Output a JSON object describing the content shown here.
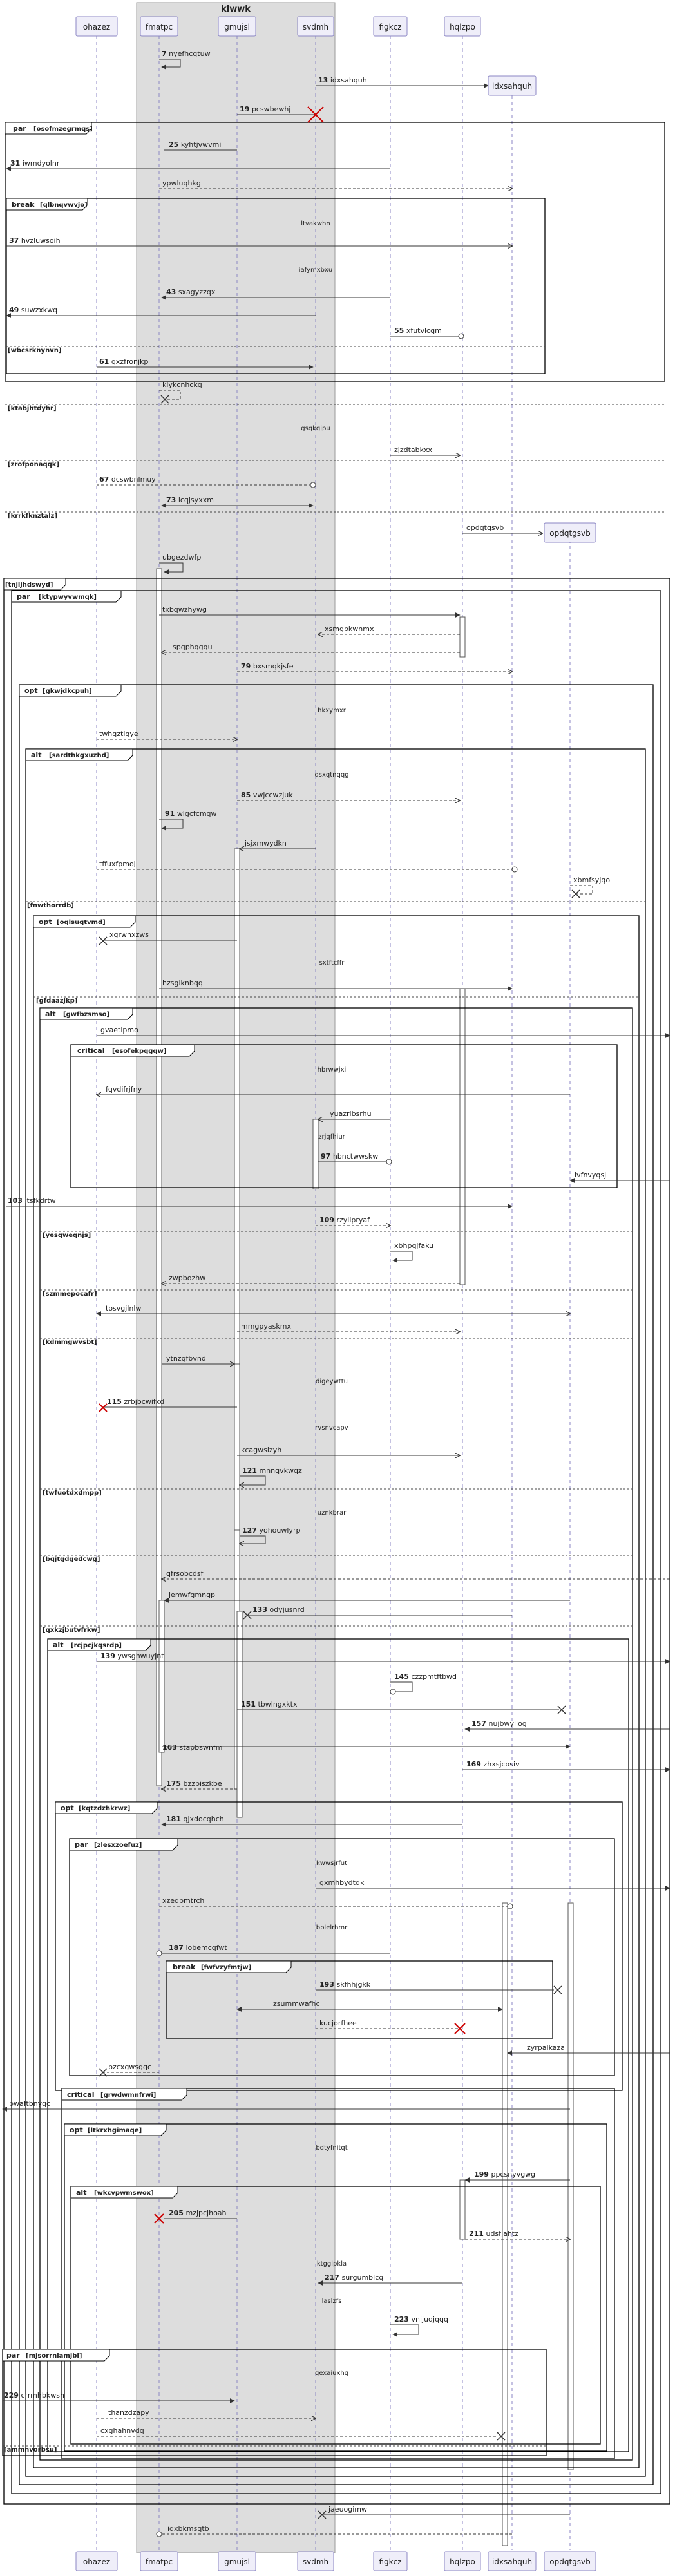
{
  "box_title": "klwwk",
  "participants": [
    {
      "id": "ohazez",
      "label": "ohazez"
    },
    {
      "id": "fmatpc",
      "label": "fmatpc"
    },
    {
      "id": "gmujsl",
      "label": "gmujsl"
    },
    {
      "id": "svdmh",
      "label": "svdmh"
    },
    {
      "id": "figkcz",
      "label": "figkcz"
    },
    {
      "id": "hqlzpo",
      "label": "hqlzpo"
    },
    {
      "id": "idxsahquh",
      "label": "idxsahquh"
    },
    {
      "id": "opdqtgsvb",
      "label": "opdqtgsvb"
    }
  ],
  "fragments": [
    {
      "kw": "par",
      "cond": "[osofmzegrmqs]"
    },
    {
      "kw": "break",
      "cond": "[qlbnqvwvjo]"
    },
    {
      "kw": "par",
      "cond": "[tnjljhdswyd]"
    },
    {
      "kw": "par",
      "cond": "[ktypwyvwmqk]"
    },
    {
      "kw": "opt",
      "cond": "[gkwjdkcpuh]"
    },
    {
      "kw": "alt",
      "cond": "[sardthkgxuzhd]"
    },
    {
      "kw": "opt",
      "cond": "[oqlsuqtvmd]"
    },
    {
      "kw": "alt",
      "cond": "[gwfbzsmso]"
    },
    {
      "kw": "critical",
      "cond": "[esofekpqgqw]"
    },
    {
      "kw": "alt",
      "cond": "[rcjpcjkqsrdp]"
    },
    {
      "kw": "opt",
      "cond": "[kqtzdzhkrwz]"
    },
    {
      "kw": "par",
      "cond": "[zlesxzoefuz]"
    },
    {
      "kw": "break",
      "cond": "[fwfvzyfmtjw]"
    },
    {
      "kw": "critical",
      "cond": "[grwdwmnfrwi]"
    },
    {
      "kw": "opt",
      "cond": "[ltkrxhgimaqe]"
    },
    {
      "kw": "alt",
      "cond": "[wkcvpwmswox]"
    },
    {
      "kw": "par",
      "cond": "[mjsorrnlamjbl]"
    }
  ],
  "dividers": [
    "[wbcsrknynvn]",
    "[ktabjhtdyhr]",
    "[zrofponaqqk]",
    "[krrkfknztalz]",
    "[fnwthorrdb]",
    "[gfdaazjkp]",
    "[yesqweqnjs]",
    "[szmmepocafr]",
    "[kdmmgwvsbt]",
    "[twfuotdxdmpp]",
    "[bqjtgdgedcwg]",
    "[qxkzjbutvfrkw]",
    "[ammnvorbsu]"
  ],
  "messages": [
    {
      "num": "7",
      "text": "nyefhcqtuw"
    },
    {
      "num": "13",
      "text": "idxsahquh"
    },
    {
      "num": "19",
      "text": "pcswbewhj"
    },
    {
      "num": "25",
      "text": "kyhtjvwvmi"
    },
    {
      "num": "31",
      "text": "iwmdyolnr"
    },
    {
      "num": "",
      "text": "ypwluqhkg"
    },
    {
      "num": "",
      "text": "ltvakwhn"
    },
    {
      "num": "37",
      "text": "hvzluwsoih"
    },
    {
      "num": "",
      "text": "iafymxbxu"
    },
    {
      "num": "43",
      "text": "sxagyzzqx"
    },
    {
      "num": "49",
      "text": "suwzxkwq"
    },
    {
      "num": "55",
      "text": "xfutvlcqm"
    },
    {
      "num": "61",
      "text": "qxzfronjkp"
    },
    {
      "num": "",
      "text": "kiykcnhckq"
    },
    {
      "num": "",
      "text": "gsqkgjpu"
    },
    {
      "num": "",
      "text": "zjzdtabkxx"
    },
    {
      "num": "67",
      "text": "dcswbnlmuy"
    },
    {
      "num": "73",
      "text": "icqjsyxxm"
    },
    {
      "num": "",
      "text": "opdqtgsvb"
    },
    {
      "num": "",
      "text": "ubgezdwfp"
    },
    {
      "num": "",
      "text": "txbqwzhywg"
    },
    {
      "num": "",
      "text": "xsmgpkwnmx"
    },
    {
      "num": "",
      "text": "spqphqgqu"
    },
    {
      "num": "79",
      "text": "bxsmqkjsfe"
    },
    {
      "num": "",
      "text": "hkxymxr"
    },
    {
      "num": "",
      "text": "twhqztiqye"
    },
    {
      "num": "",
      "text": "qsxqtnqqg"
    },
    {
      "num": "85",
      "text": "vwjccwzjuk"
    },
    {
      "num": "91",
      "text": "wlgcfcmqw"
    },
    {
      "num": "",
      "text": "jsjxmwydkn"
    },
    {
      "num": "",
      "text": "tffuxfpmoj"
    },
    {
      "num": "",
      "text": "xbmfsyjqo"
    },
    {
      "num": "",
      "text": "xgrwhxzws"
    },
    {
      "num": "",
      "text": "sxtftcffr"
    },
    {
      "num": "",
      "text": "hzsglknbqq"
    },
    {
      "num": "",
      "text": "gvaetlpmo"
    },
    {
      "num": "",
      "text": "hbrwwjxi"
    },
    {
      "num": "",
      "text": "fqvdifrjfny"
    },
    {
      "num": "",
      "text": "yuazrlbsrhu"
    },
    {
      "num": "",
      "text": "zrjqfhiur"
    },
    {
      "num": "97",
      "text": "hbnctwwskw"
    },
    {
      "num": "",
      "text": "lvfnvyqsj"
    },
    {
      "num": "103",
      "text": "ltsfkdrtw"
    },
    {
      "num": "109",
      "text": "rzyllpryaf"
    },
    {
      "num": "",
      "text": "xbhpqjfaku"
    },
    {
      "num": "",
      "text": "zwpbozhw"
    },
    {
      "num": "",
      "text": "tosvgjlnlw"
    },
    {
      "num": "",
      "text": "mmgpyaskmx"
    },
    {
      "num": "",
      "text": "ytnzqfbvnd"
    },
    {
      "num": "",
      "text": "digeywttu"
    },
    {
      "num": "115",
      "text": "zrbjbcwifxd"
    },
    {
      "num": "",
      "text": "rvsnvcapv"
    },
    {
      "num": "",
      "text": "kcagwsizyh"
    },
    {
      "num": "121",
      "text": "mnnqvkwqz"
    },
    {
      "num": "",
      "text": "uznkbrar"
    },
    {
      "num": "127",
      "text": "yohouwlyrp"
    },
    {
      "num": "",
      "text": "qfrsobcdsf"
    },
    {
      "num": "",
      "text": "jemwfgmngp"
    },
    {
      "num": "133",
      "text": "odyjusnrd"
    },
    {
      "num": "139",
      "text": "ywsghwuyjnt"
    },
    {
      "num": "145",
      "text": "czzpmtftbwd"
    },
    {
      "num": "151",
      "text": "tbwlngxktx"
    },
    {
      "num": "157",
      "text": "nujbwyllog"
    },
    {
      "num": "163",
      "text": "stapbswnfm"
    },
    {
      "num": "169",
      "text": "zhxsjcosiv"
    },
    {
      "num": "175",
      "text": "bzzbiszkbe"
    },
    {
      "num": "181",
      "text": "qjxdocqhch"
    },
    {
      "num": "",
      "text": "kwwsjrfut"
    },
    {
      "num": "",
      "text": "gxmhbydtdk"
    },
    {
      "num": "",
      "text": "xzedpmtrch"
    },
    {
      "num": "",
      "text": "bplelrhmr"
    },
    {
      "num": "187",
      "text": "lobemcqfwt"
    },
    {
      "num": "193",
      "text": "skfhhjgkk"
    },
    {
      "num": "",
      "text": "zsummwafhc"
    },
    {
      "num": "",
      "text": "kucjorfhee"
    },
    {
      "num": "",
      "text": "zyrpalkaza"
    },
    {
      "num": "",
      "text": "pzcxgwsgqc"
    },
    {
      "num": "",
      "text": "pwaftbnyqc"
    },
    {
      "num": "",
      "text": "bdtyfnitqt"
    },
    {
      "num": "199",
      "text": "ppcsnyvgwg"
    },
    {
      "num": "205",
      "text": "mzjpcjhoah"
    },
    {
      "num": "211",
      "text": "udsfjahtz"
    },
    {
      "num": "",
      "text": "ktgglpkla"
    },
    {
      "num": "217",
      "text": "surgumblcq"
    },
    {
      "num": "",
      "text": "laslzfs"
    },
    {
      "num": "223",
      "text": "vnijudjqqq"
    },
    {
      "num": "",
      "text": "gexaiuxhq"
    },
    {
      "num": "229",
      "text": "crrmhbkwsh"
    },
    {
      "num": "",
      "text": "thanzdzapy"
    },
    {
      "num": "",
      "text": "cxghahnvdq"
    },
    {
      "num": "",
      "text": "jaeuogimw"
    },
    {
      "num": "",
      "text": "idxbkmsqtb"
    }
  ]
}
